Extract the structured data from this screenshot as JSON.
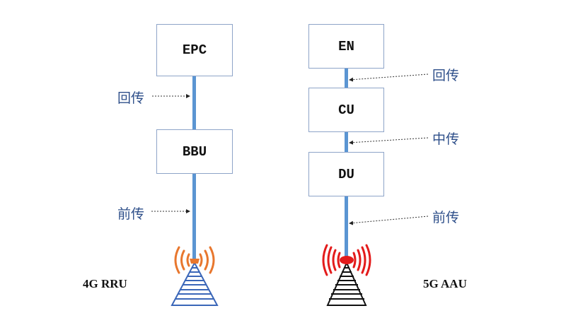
{
  "left": {
    "nodes": [
      {
        "label": "EPC"
      },
      {
        "label": "BBU"
      }
    ],
    "links": [
      {
        "label": "回传"
      },
      {
        "label": "前传"
      }
    ],
    "radio_caption": "4G RRU",
    "colors": {
      "waves": "#e8772e",
      "tower": "#3a66b8"
    }
  },
  "right": {
    "nodes": [
      {
        "label": "EN"
      },
      {
        "label": "CU"
      },
      {
        "label": "DU"
      }
    ],
    "links": [
      {
        "label": "回传"
      },
      {
        "label": "中传"
      },
      {
        "label": "前传"
      }
    ],
    "radio_caption": "5G AAU",
    "colors": {
      "waves": "#e31b1b",
      "tower": "#111111"
    }
  },
  "colors": {
    "link_line": "#5b95d2",
    "box_border": "#8ea4c8",
    "link_label": "#2e4f8a"
  }
}
